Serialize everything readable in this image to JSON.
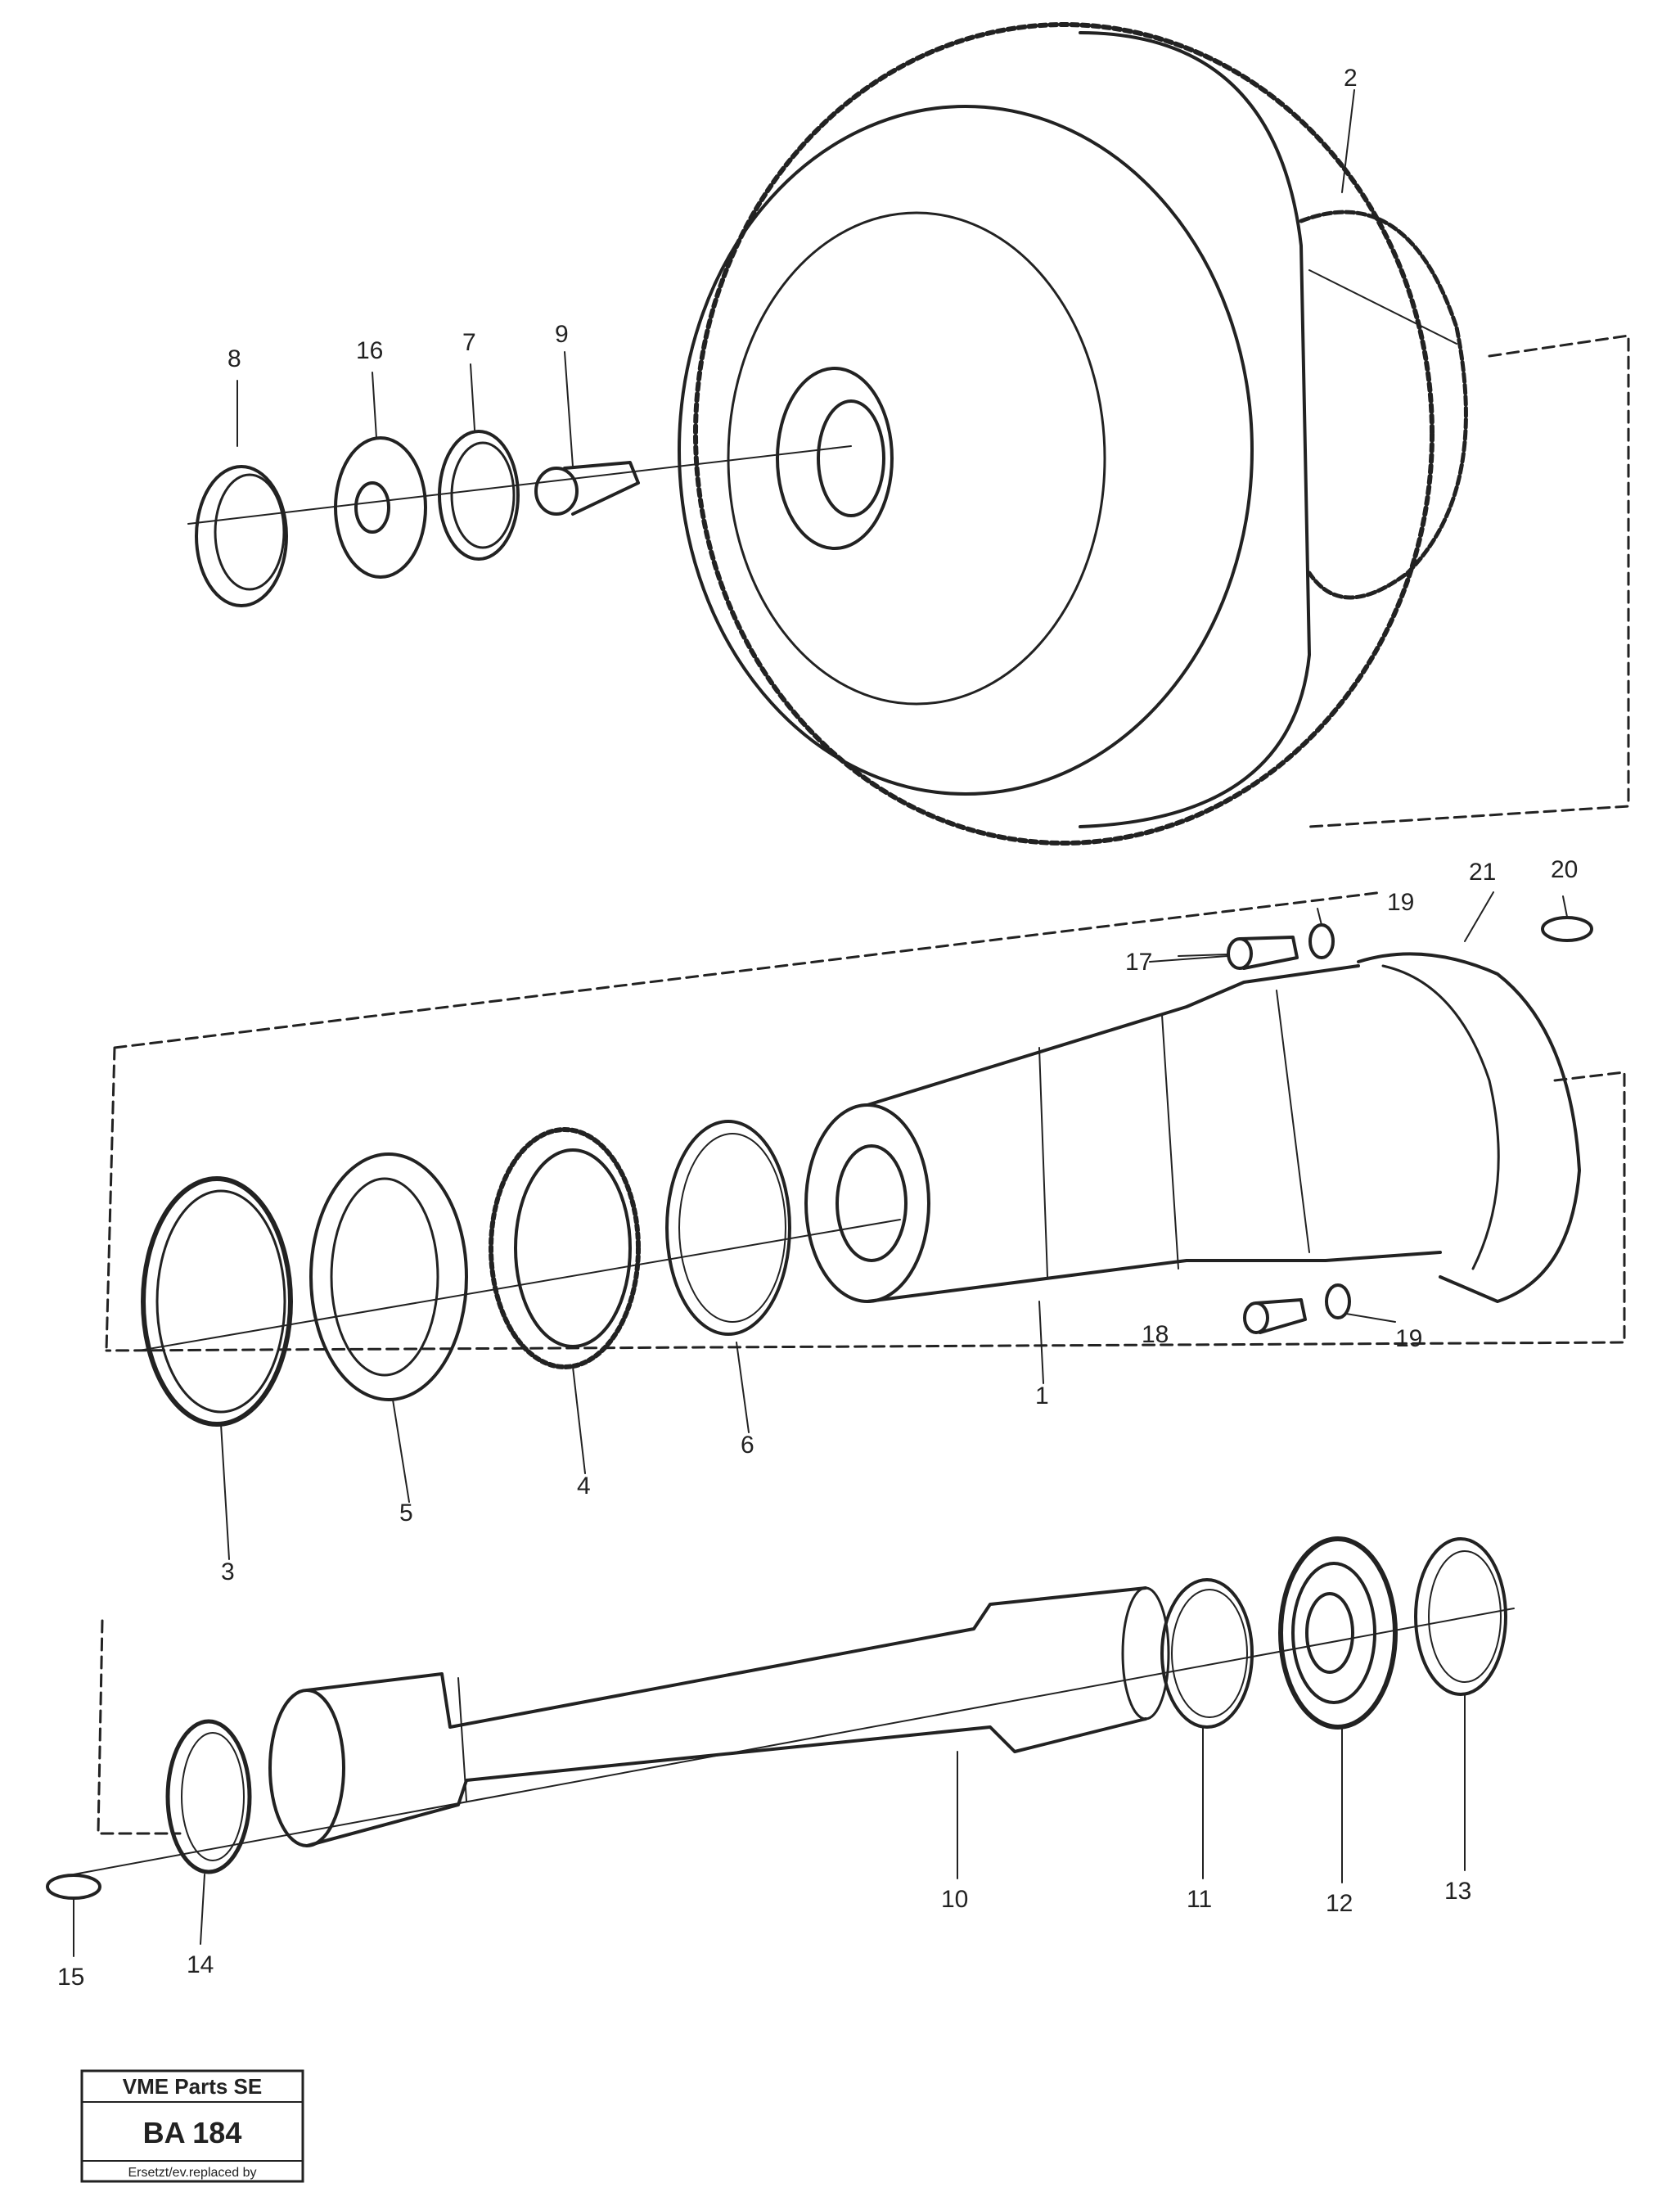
{
  "callouts": {
    "n1": "1",
    "n2": "2",
    "n3": "3",
    "n4": "4",
    "n5": "5",
    "n6": "6",
    "n7": "7",
    "n8": "8",
    "n9": "9",
    "n10": "10",
    "n11": "11",
    "n12": "12",
    "n13": "13",
    "n14": "14",
    "n15": "15",
    "n16": "16",
    "n17": "17",
    "n18": "18",
    "n19a": "19",
    "n19b": "19",
    "n20": "20",
    "n21": "21"
  },
  "stamp": {
    "line1": "VME Parts SE",
    "code": "BA 184",
    "line3": "Ersetzt/ev.replaced by"
  },
  "colors": {
    "ink": "#222222",
    "paper": "#ffffff"
  }
}
